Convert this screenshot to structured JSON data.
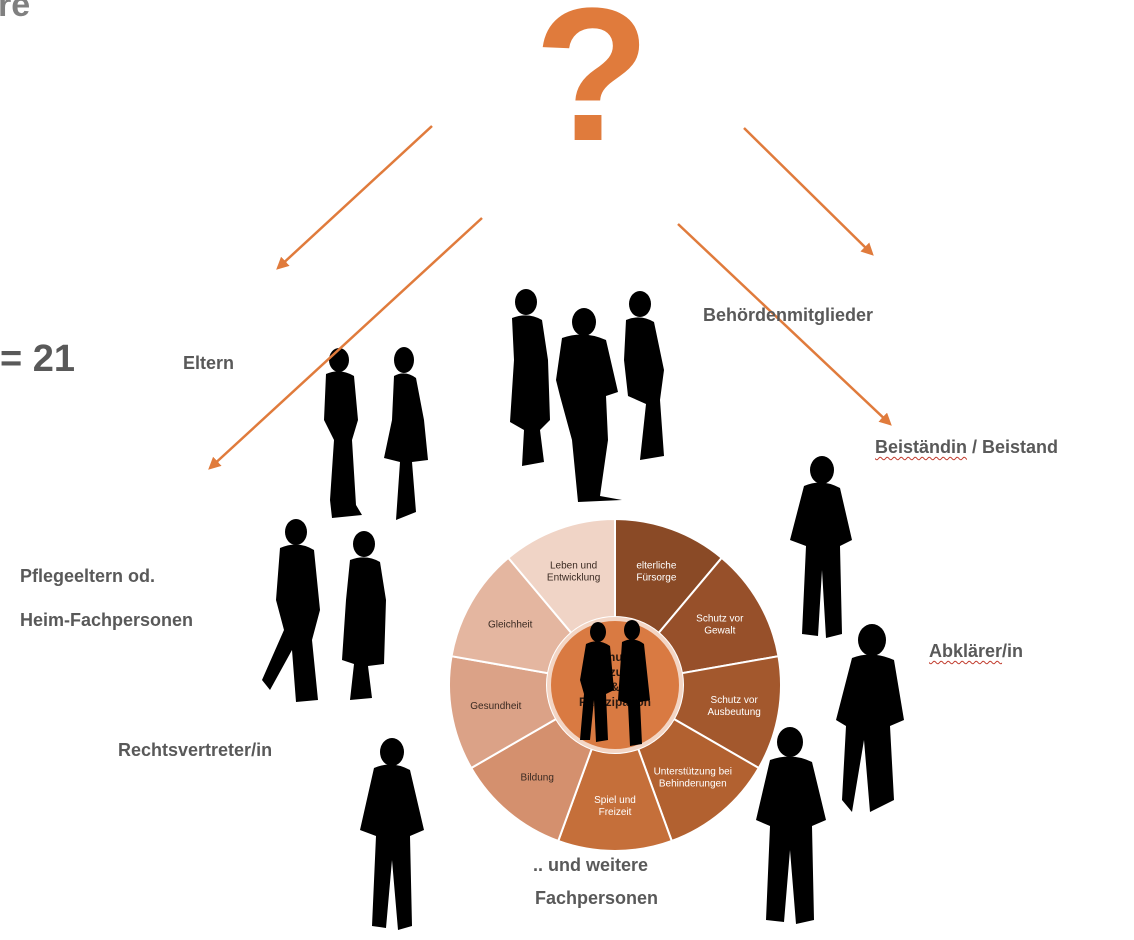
{
  "top_fragment": "re",
  "question_mark": "?",
  "equation": "= 21",
  "labels": {
    "eltern": "Eltern",
    "behoerden": "Behördenmitglieder",
    "beistand_a": "Beiständin",
    "beistand_b": " / Beistand",
    "pflege_1": "Pflegeeltern od.",
    "pflege_2": "Heim-Fachpersonen",
    "abklaerer_a": "Abklärer",
    "abklaerer_b": "/in",
    "rechtsvertreter": "Rechtsvertreter/in",
    "weitere_1": ".. und weitere",
    "weitere_2": "Fachpersonen"
  },
  "wheel": {
    "center": [
      "Schutz-",
      "setzung",
      "&",
      "Partizipation"
    ],
    "segments": [
      {
        "lines": [
          "elterliche",
          "Fürsorge"
        ],
        "color": "#8a4a26"
      },
      {
        "lines": [
          "Schutz vor",
          "Gewalt"
        ],
        "color": "#97502a"
      },
      {
        "lines": [
          "Schutz vor",
          "Ausbeutung"
        ],
        "color": "#a3582d"
      },
      {
        "lines": [
          "Unterstützung bei",
          "Behinderungen"
        ],
        "color": "#b26130"
      },
      {
        "lines": [
          "Spiel und",
          "Freizeit"
        ],
        "color": "#c56f3a"
      },
      {
        "lines": [
          "Bildung"
        ],
        "color": "#d4906e"
      },
      {
        "lines": [
          "Gesundheit"
        ],
        "color": "#dba287"
      },
      {
        "lines": [
          "Gleichheit"
        ],
        "color": "#e4b6a0"
      },
      {
        "lines": [
          "Leben und",
          "Entwicklung"
        ],
        "color": "#f0d4c6"
      }
    ]
  },
  "colors": {
    "arrow": "#e07b3c",
    "text": "#595959",
    "silhouette": "#000000"
  }
}
